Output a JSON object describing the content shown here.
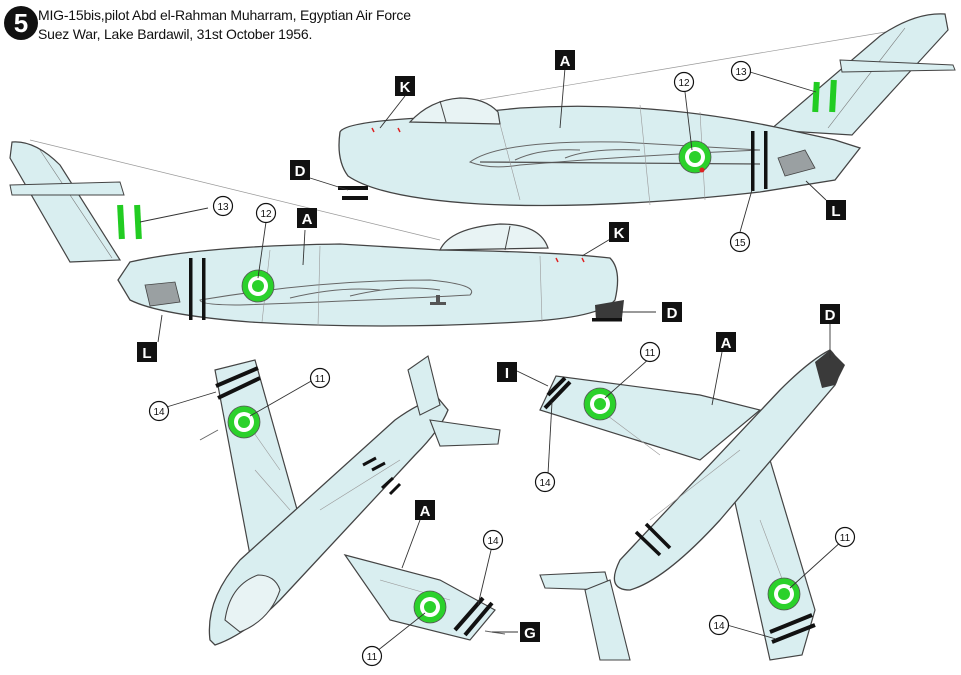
{
  "header": {
    "plate_number": "5",
    "line1": "MIG-15bis,pilot  Abd el-Rahman Muharram, Egyptian Air Force",
    "line2": "Suez War, Lake Bardawil, 31st October 1956."
  },
  "letters": {
    "A": "A",
    "D": "D",
    "G": "G",
    "I": "I",
    "K": "K",
    "L": "L"
  },
  "numbers": {
    "n11": "11",
    "n12": "12",
    "n13": "13",
    "n14": "14",
    "n15": "15"
  },
  "colors": {
    "camouflage": "#d9eef0",
    "outline": "#444444",
    "roundel_green": "#2bd12b",
    "fin_green": "#22cc22",
    "band_black": "#111111",
    "panel_grey": "#9aa0a2",
    "nose_dark": "#3a3a3a"
  }
}
